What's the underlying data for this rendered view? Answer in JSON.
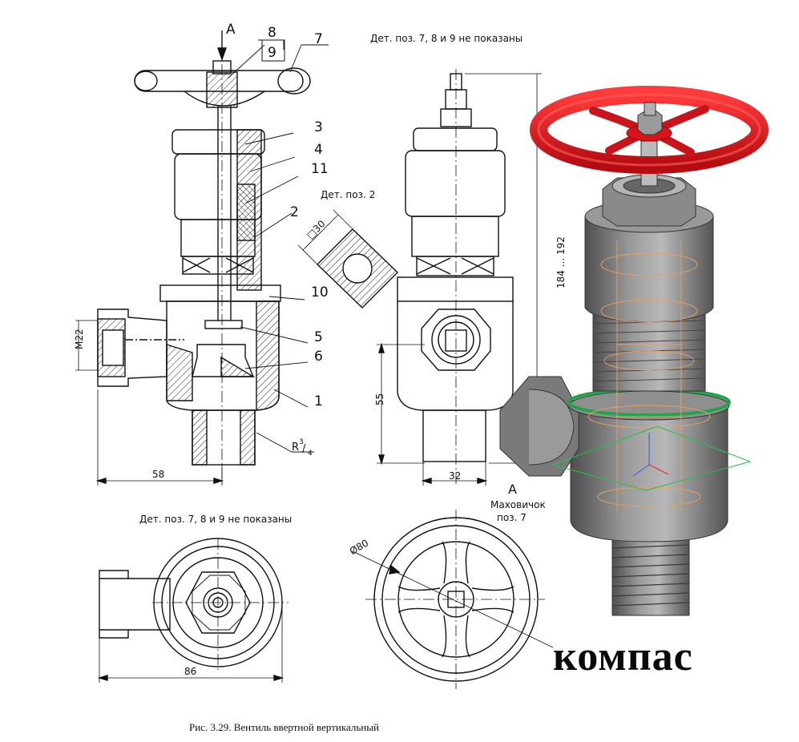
{
  "labels": {
    "view_a": "A",
    "pos8": "8",
    "pos9": "9",
    "pos7": "7",
    "pos3": "3",
    "pos4": "4",
    "pos11": "11",
    "pos2": "2",
    "pos10": "10",
    "pos5": "5",
    "pos6": "6",
    "pos1": "1",
    "note_top": "Дет. поз. 7, 8 и 9 не показаны",
    "note_bottom": "Дет. поз. 7, 8 и 9 не показаны",
    "det_pos2": "Дет. поз. 2",
    "square30": "□30",
    "m22": "M22",
    "thread": "R",
    "thread_sup": "3",
    "thread_sub": "4",
    "dim58": "58",
    "dim55": "55",
    "dim32": "32",
    "dim184": "184 ... 192",
    "dim86": "86",
    "dia80": "Ø80",
    "handwheel_title": "A",
    "handwheel_l1": "Маховичок",
    "handwheel_l2": "поз. 7"
  },
  "caption": "Рис. 3.29. Вентиль ввертной вертикальный",
  "brand": "компас",
  "colors": {
    "wheel": "#e0141c",
    "body": "#8a8a8a",
    "body_dark": "#5d5d5d",
    "seal": "#22a447",
    "wire": "#e8a060",
    "line": "#111111"
  }
}
